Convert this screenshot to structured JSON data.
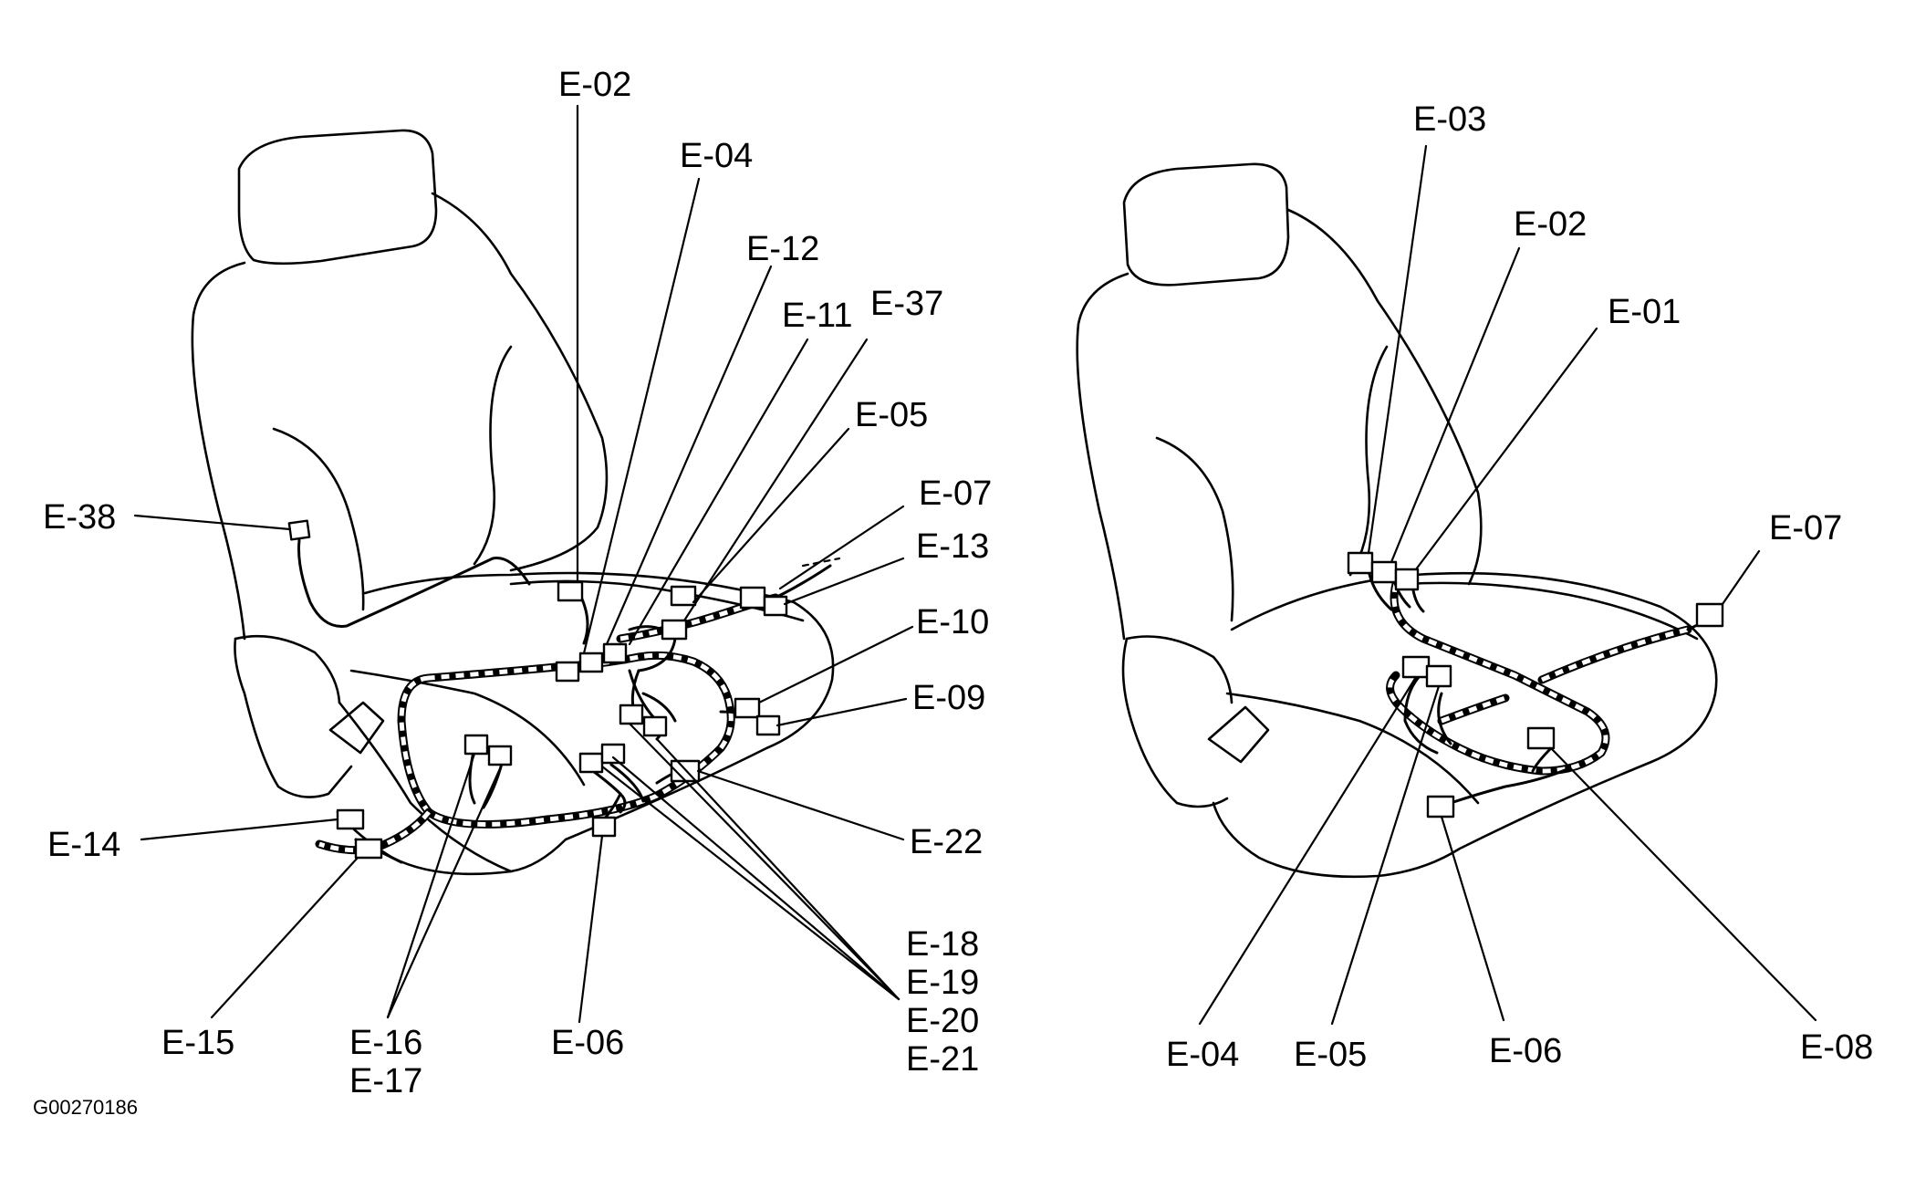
{
  "figure_id": "G00270186",
  "left_seat_labels": {
    "e02": "E-02",
    "e04": "E-04",
    "e12": "E-12",
    "e11": "E-11",
    "e37": "E-37",
    "e05": "E-05",
    "e07": "E-07",
    "e13": "E-13",
    "e10": "E-10",
    "e09": "E-09",
    "e22": "E-22",
    "e38": "E-38",
    "e14": "E-14",
    "e15": "E-15",
    "e16": "E-16",
    "e17": "E-17",
    "e06": "E-06",
    "e18": "E-18",
    "e19": "E-19",
    "e20": "E-20",
    "e21": "E-21"
  },
  "right_seat_labels": {
    "e03": "E-03",
    "e02": "E-02",
    "e01": "E-01",
    "e07": "E-07",
    "e04": "E-04",
    "e05": "E-05",
    "e06": "E-06",
    "e08": "E-08"
  }
}
